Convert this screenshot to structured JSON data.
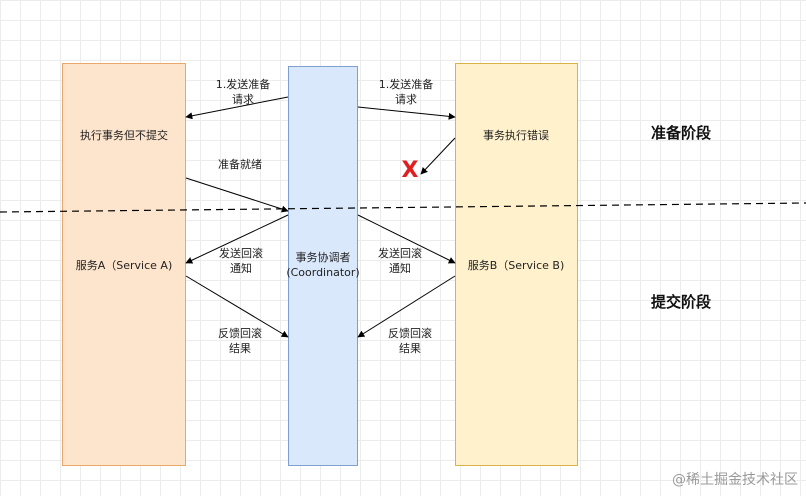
{
  "participants": {
    "service_a": {
      "label": "服务A（Service A)",
      "action": "执行事务但不提交"
    },
    "coordinator": {
      "line1": "事务协调者",
      "line2": "(Coordinator)"
    },
    "service_b": {
      "label": "服务B（Service B)",
      "action": "事务执行错误"
    }
  },
  "messages": {
    "prepare_request_a": {
      "line1": "1.发送准备",
      "line2": "请求"
    },
    "prepare_request_b": {
      "line1": "1.发送准备",
      "line2": "请求"
    },
    "ready": {
      "text": "准备就绪"
    },
    "rollback_notify_a": {
      "line1": "发送回滚",
      "line2": "通知"
    },
    "rollback_notify_b": {
      "line1": "发送回滚",
      "line2": "通知"
    },
    "rollback_result_a": {
      "line1": "反馈回滚",
      "line2": "结果"
    },
    "rollback_result_b": {
      "line1": "反馈回滚",
      "line2": "结果"
    },
    "failure_mark": "X"
  },
  "phases": {
    "prepare": "准备阶段",
    "commit": "提交阶段"
  },
  "watermark": "@稀土掘金技术社区",
  "colors": {
    "service_a_fill": "#fde4cc",
    "coordinator_fill": "#dae8fc",
    "service_b_fill": "#fff1cc",
    "failure": "#e02020"
  }
}
